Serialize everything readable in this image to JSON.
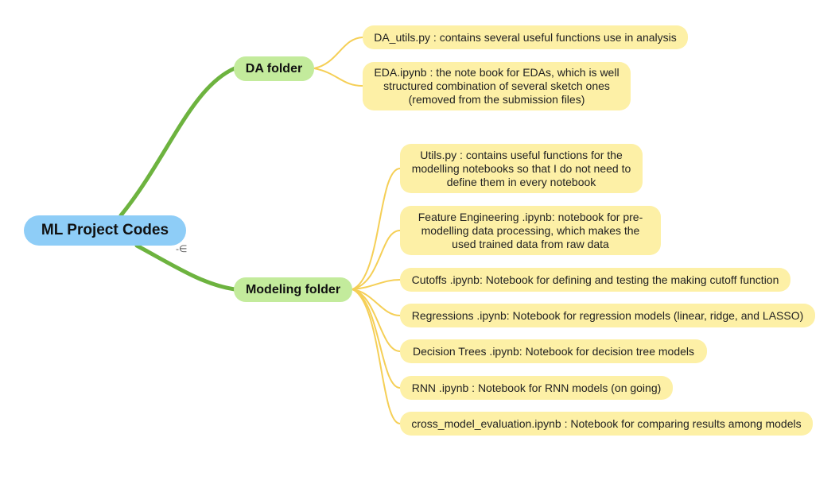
{
  "root": {
    "label": "ML Project Codes"
  },
  "branches": [
    {
      "label": "DA folder",
      "children": [
        "DA_utils.py : contains several useful functions use in analysis",
        "EDA.ipynb : the note book for EDAs, which is well structured combination of several sketch ones (removed from the submission files)"
      ]
    },
    {
      "label": "Modeling folder",
      "children": [
        "Utils.py : contains useful functions for the modelling notebooks so that I do not need to define them in every notebook",
        "Feature Engineering .ipynb: notebook for pre-modelling data processing, which makes the used trained data from raw data",
        "Cutoffs .ipynb: Notebook for defining and testing the making cutoff function",
        "Regressions .ipynb: Notebook for regression models (linear, ridge, and LASSO)",
        "Decision Trees .ipynb:  Notebook for decision tree models",
        "RNN .ipynb : Notebook for RNN models (on going)",
        "cross_model_evaluation.ipynb : Notebook for comparing results among models"
      ]
    }
  ],
  "collapse_glyph": "-∈",
  "colors": {
    "root_fill": "#8ecdf7",
    "branch_fill": "#c3eb9c",
    "leaf_fill": "#fdf0a6",
    "branch_line": "#6db33f",
    "leaf_line": "#f5cf56"
  }
}
